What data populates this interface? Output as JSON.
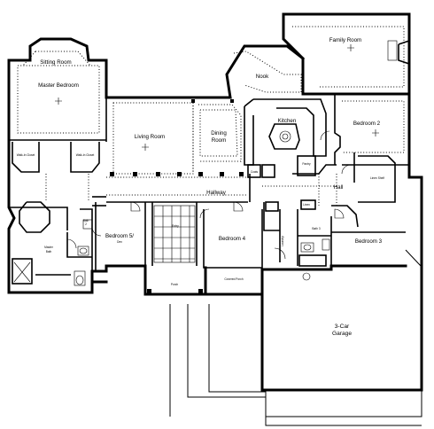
{
  "rooms": {
    "sitting_room": "Sitting Room",
    "master_bedroom": "Master Bedroom",
    "living_room": "Living Room",
    "dining_room_1": "Dining",
    "dining_room_2": "Room",
    "nook": "Nook",
    "family_room": "Family Room",
    "kitchen": "Kitchen",
    "bedroom_2": "Bedroom 2",
    "hall": "Hall",
    "hallway": "Hallway",
    "bedroom_5_1": "Bedroom 5/",
    "bedroom_5_2": "Den",
    "bedroom_4": "Bedroom 4",
    "bedroom_3": "Bedroom 3",
    "bath_3": "Bath 3",
    "bath_2_1": "Bath",
    "bath_2_2": "2",
    "master_bath_1": "Master",
    "master_bath_2": "Bath",
    "garage_1": "3-Car",
    "garage_2": "Garage",
    "porch": "Porch",
    "covered_porch": "Covered Porch",
    "entry": "Entry",
    "laundry": "Laundry",
    "pantry": "Pantry",
    "linen": "Linen",
    "coats": "Coats",
    "w_i_c_left": "Walk-In Closet",
    "w_i_c_right": "Walk-In Closet",
    "linen_shelf": "Linen Shelf"
  }
}
